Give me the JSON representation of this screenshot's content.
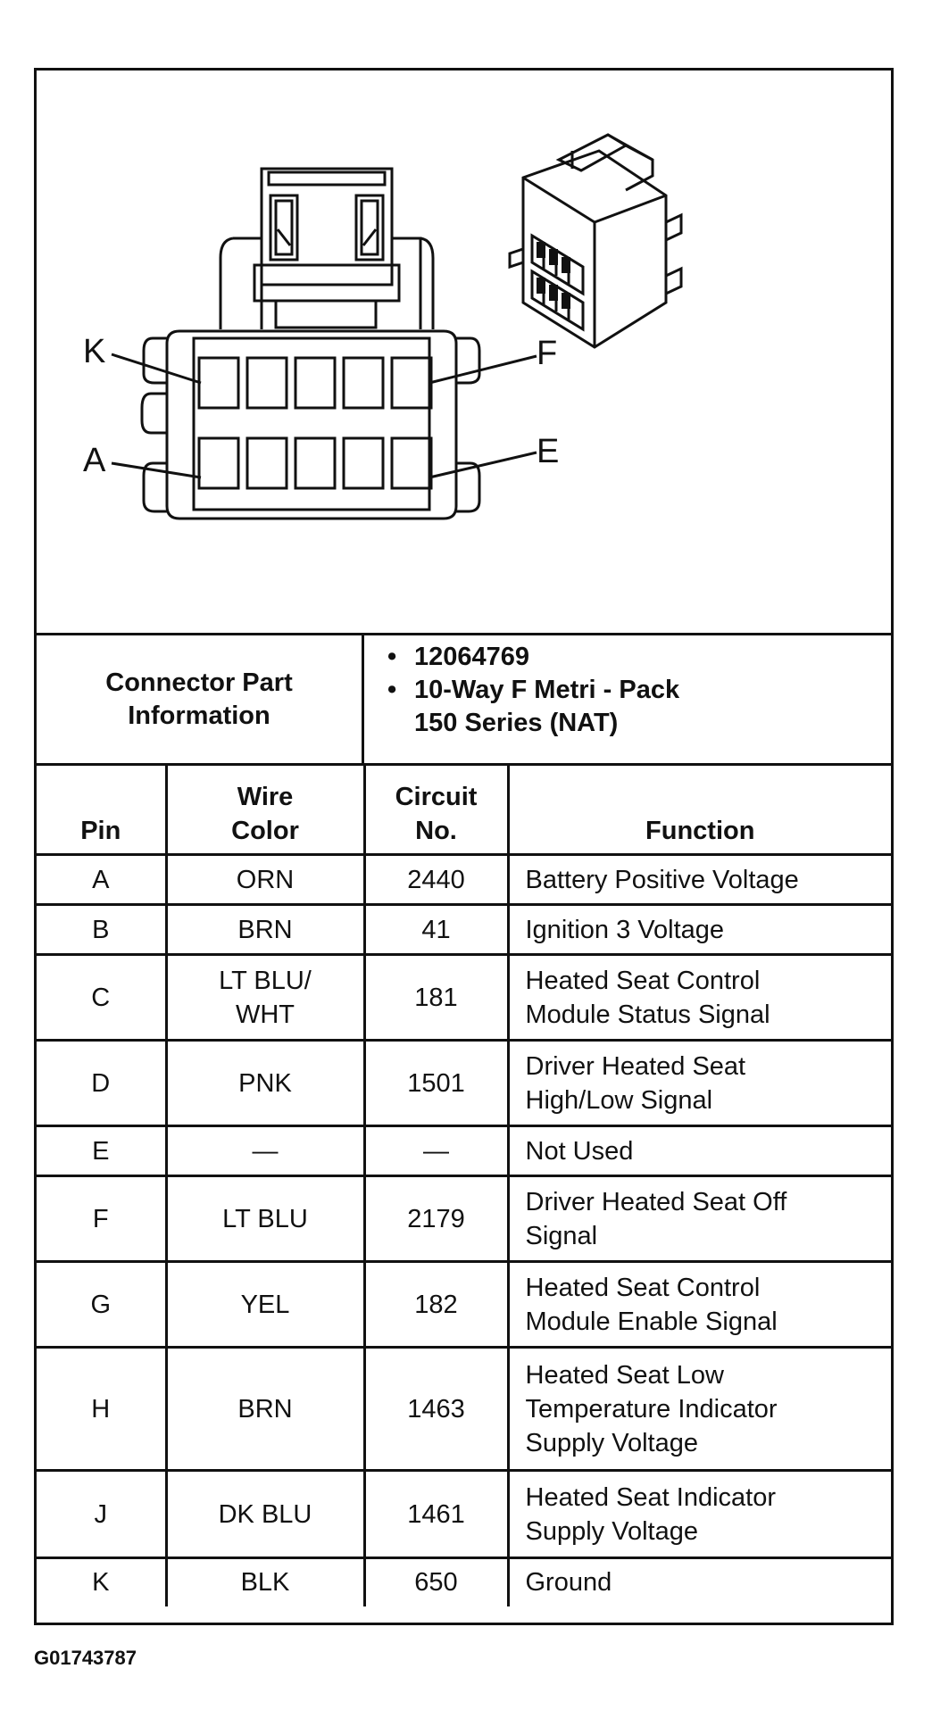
{
  "diagram": {
    "pin_labels": {
      "top_left": "K",
      "top_right": "F",
      "bottom_left": "A",
      "bottom_right": "E"
    }
  },
  "connector_info": {
    "label": "Connector Part\nInformation",
    "bullets": [
      "12064769",
      "10-Way F Metri - Pack\n150 Series (NAT)"
    ]
  },
  "table": {
    "headers": {
      "pin": "Pin",
      "wire_color": "Wire\nColor",
      "circuit_no": "Circuit\nNo.",
      "function": "Function"
    },
    "rows": [
      {
        "pin": "A",
        "wire": "ORN",
        "circuit": "2440",
        "function": "Battery Positive Voltage"
      },
      {
        "pin": "B",
        "wire": "BRN",
        "circuit": "41",
        "function": "Ignition 3 Voltage"
      },
      {
        "pin": "C",
        "wire": "LT BLU/\nWHT",
        "circuit": "181",
        "function": "Heated Seat Control\nModule Status Signal"
      },
      {
        "pin": "D",
        "wire": "PNK",
        "circuit": "1501",
        "function": "Driver Heated Seat\nHigh/Low Signal"
      },
      {
        "pin": "E",
        "wire": "—",
        "circuit": "—",
        "function": "Not Used"
      },
      {
        "pin": "F",
        "wire": "LT BLU",
        "circuit": "2179",
        "function": "Driver Heated Seat Off\nSignal"
      },
      {
        "pin": "G",
        "wire": "YEL",
        "circuit": "182",
        "function": "Heated Seat Control\nModule Enable Signal"
      },
      {
        "pin": "H",
        "wire": "BRN",
        "circuit": "1463",
        "function": "Heated Seat Low\nTemperature Indicator\nSupply Voltage"
      },
      {
        "pin": "J",
        "wire": "DK BLU",
        "circuit": "1461",
        "function": "Heated Seat Indicator\nSupply Voltage"
      },
      {
        "pin": "K",
        "wire": "BLK",
        "circuit": "650",
        "function": "Ground"
      }
    ]
  },
  "footer": {
    "code": "G01743787"
  }
}
